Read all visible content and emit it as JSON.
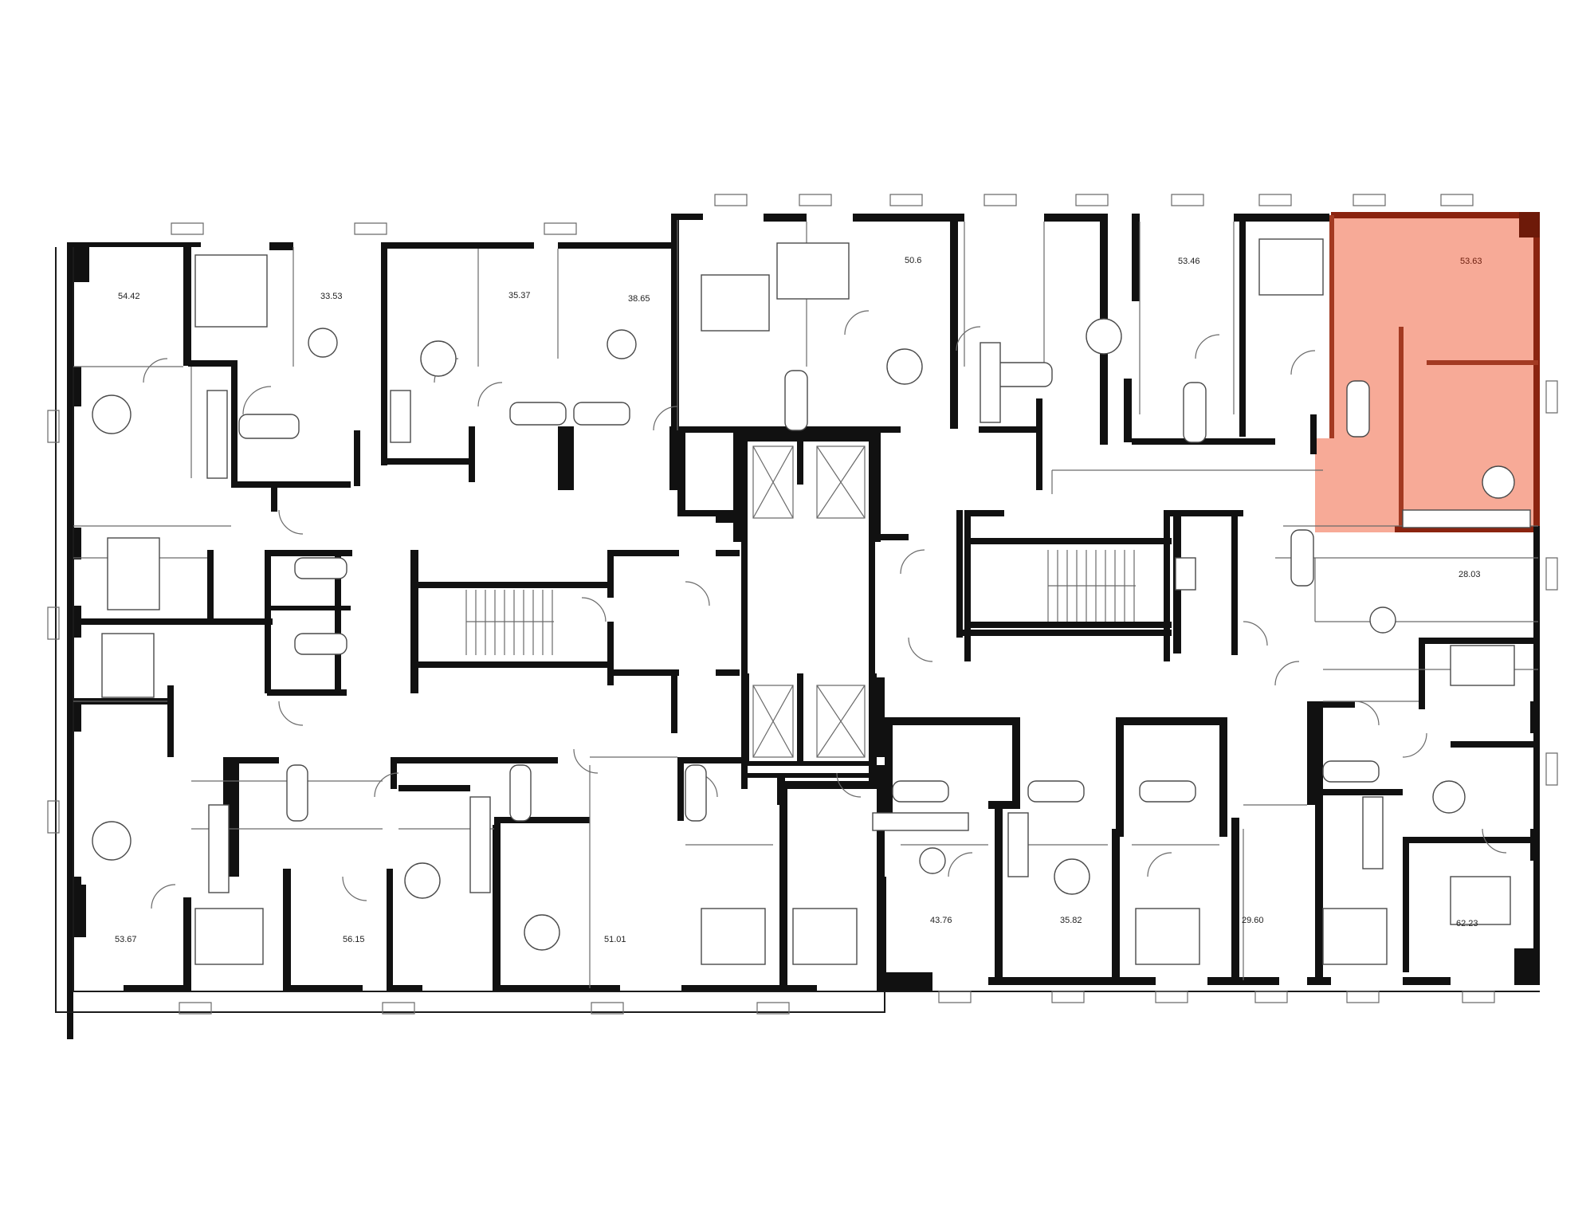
{
  "plan": {
    "units": [
      {
        "id": "a54_42",
        "area": "54.42"
      },
      {
        "id": "a33_53",
        "area": "33.53"
      },
      {
        "id": "a35_37",
        "area": "35.37"
      },
      {
        "id": "a38_65",
        "area": "38.65"
      },
      {
        "id": "a50_6",
        "area": "50.6"
      },
      {
        "id": "a53_46",
        "area": "53.46"
      },
      {
        "id": "a53_63",
        "area": "53.63",
        "highlighted": true
      },
      {
        "id": "a28_03",
        "area": "28.03"
      },
      {
        "id": "a62_23",
        "area": "62.23"
      },
      {
        "id": "a29_60",
        "area": "29.60"
      },
      {
        "id": "a35_82",
        "area": "35.82"
      },
      {
        "id": "a43_76",
        "area": "43.76"
      },
      {
        "id": "a51_01",
        "area": "51.01"
      },
      {
        "id": "a56_15",
        "area": "56.15"
      },
      {
        "id": "a53_67",
        "area": "53.67"
      }
    ],
    "colors": {
      "highlight_fill": "#f7a591",
      "highlight_edge": "#8b2410",
      "wall": "#111111"
    }
  }
}
